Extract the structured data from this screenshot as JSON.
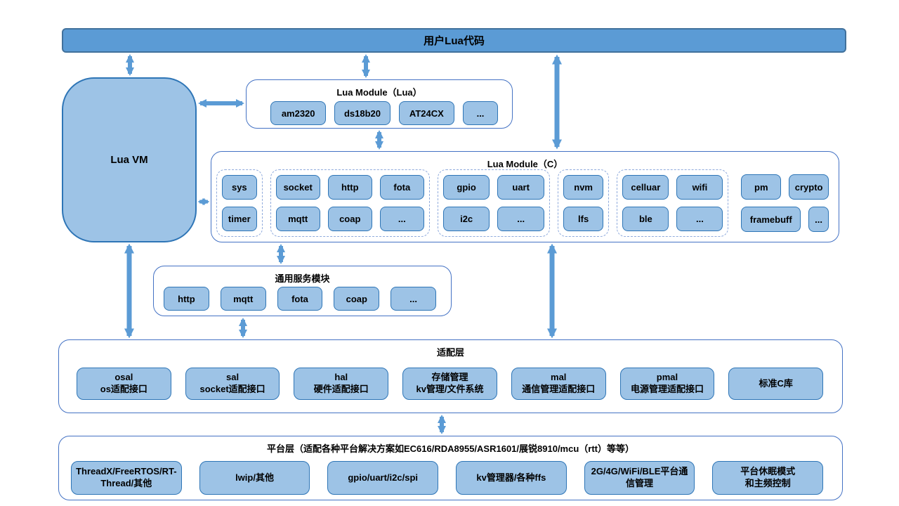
{
  "colors": {
    "bar_fill": "#5b9bd5",
    "bar_border": "#41719c",
    "chip_fill": "#9dc3e6",
    "chip_border": "#2e75b6",
    "container_border": "#4472c4",
    "dashed_border": "#8faadc",
    "arrow": "#5b9bd5"
  },
  "top_bar": {
    "label": "用户Lua代码"
  },
  "lua_vm": {
    "label": "Lua VM"
  },
  "lua_module_lua": {
    "title": "Lua Module（Lua）",
    "items": [
      "am2320",
      "ds18b20",
      "AT24CX",
      "..."
    ]
  },
  "lua_module_c": {
    "title": "Lua Module（C）",
    "groups": [
      {
        "name": "system",
        "rows": [
          [
            "sys"
          ],
          [
            "timer"
          ]
        ]
      },
      {
        "name": "network",
        "rows": [
          [
            "socket",
            "http",
            "fota"
          ],
          [
            "mqtt",
            "coap",
            "..."
          ]
        ]
      },
      {
        "name": "peripheral",
        "rows": [
          [
            "gpio",
            "uart"
          ],
          [
            "i2c",
            "..."
          ]
        ]
      },
      {
        "name": "storage",
        "rows": [
          [
            "nvm"
          ],
          [
            "lfs"
          ]
        ]
      },
      {
        "name": "wireless",
        "rows": [
          [
            "celluar",
            "wifi"
          ],
          [
            "ble",
            "..."
          ]
        ]
      },
      {
        "name": "misc",
        "rows": [
          [
            "pm",
            "crypto"
          ],
          [
            "framebuff",
            "..."
          ]
        ]
      }
    ]
  },
  "common_services": {
    "title": "通用服务模块",
    "items": [
      "http",
      "mqtt",
      "fota",
      "coap",
      "..."
    ]
  },
  "adapter_layer": {
    "title": "适配层",
    "items": [
      "osal\nos适配接口",
      "sal\nsocket适配接口",
      "hal\n硬件适配接口",
      "存储管理\nkv管理/文件系统",
      "mal\n通信管理适配接口",
      "pmal\n电源管理适配接口",
      "标准C库"
    ]
  },
  "platform_layer": {
    "title": "平台层（适配各种平台解决方案如EC616/RDA8955/ASR1601/展锐8910/mcu（rtt）等等）",
    "items": [
      "ThreadX/FreeRTOS/RT-Thread/其他",
      "lwip/其他",
      "gpio/uart/i2c/spi",
      "kv管理器/各种ffs",
      "2G/4G/WiFi/BLE平台通信管理",
      "平台休眠模式\n和主频控制"
    ]
  }
}
